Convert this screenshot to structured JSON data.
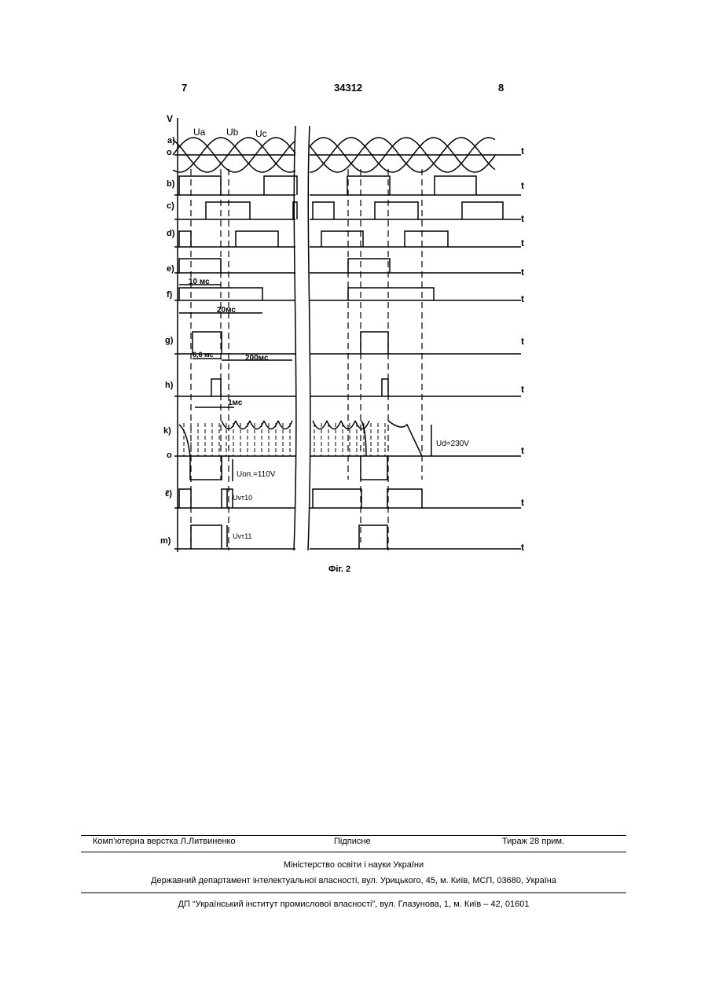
{
  "header": {
    "page_left": "7",
    "patent_number": "34312",
    "page_right": "8"
  },
  "figure": {
    "caption": "Фіг. 2",
    "axis_y": "V",
    "phase_labels": [
      "Ua",
      "Ub",
      "Uc"
    ],
    "row_labels": [
      "a)",
      "o",
      "b)",
      "c)",
      "d)",
      "e)",
      "f)",
      "g)",
      "h)",
      "k)",
      "o",
      "ℓ)",
      "m)"
    ],
    "time_label": "t",
    "annotations": {
      "t10": "10 мс",
      "t20": "20мс",
      "t66": "6,6 мс",
      "t200": "200мс",
      "t1": "1мс",
      "ud": "Ud=230V",
      "uop": "Uоп.=110V",
      "uvt10": "Uvт10",
      "uvt11": "Uvт11"
    }
  },
  "footer": {
    "layout_credit": "Комп’ютерна верстка Л.Литвиненко",
    "signed": "Підписне",
    "circulation": "Тираж 28 прим.",
    "ministry": "Міністерство освіти і науки України",
    "department": "Державний департамент інтелектуальної власності, вул. Урицького, 45, м. Київ, МСП, 03680, Україна",
    "institute": "ДП “Український інститут промислової власності”, вул. Глазунова, 1, м. Київ – 42, 01601"
  }
}
